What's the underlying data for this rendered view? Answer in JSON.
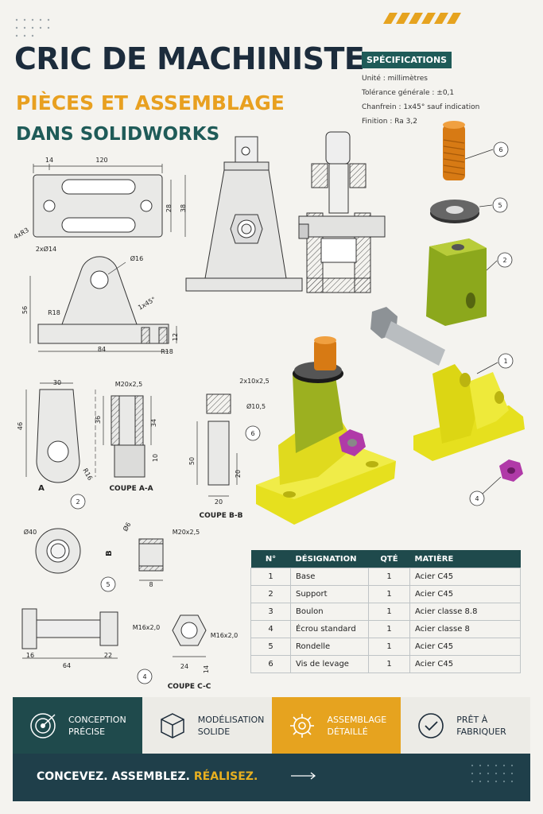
{
  "header": {
    "title": "CRIC DE MACHINISTE",
    "subtitle": "PIÈCES ET ASSEMBLAGE",
    "subtitle2": "DANS SOLIDWORKS"
  },
  "specs": {
    "heading": "SPÉCIFICATIONS",
    "lines": [
      "Unité : millimètres",
      "Tolérance générale : ±0,1",
      "Chanfrein : 1x45° sauf indication",
      "Finition : Ra 3,2"
    ]
  },
  "drawing_labels": {
    "base_top": [
      "14",
      "120",
      "28",
      "38",
      "4xR3",
      "2xØ14"
    ],
    "base_front": [
      "Ø16",
      "56",
      "R18",
      "1x45°",
      "84",
      "R18",
      "12"
    ],
    "support": [
      "30",
      "46",
      "R16",
      "A",
      "2"
    ],
    "section_aa": [
      "M20x2,5",
      "36",
      "34",
      "10",
      "COUPE A-A"
    ],
    "screw": [
      "2x10x2,5",
      "Ø10,5",
      "50",
      "20",
      "20",
      "6",
      "COUPE B-B"
    ],
    "washer": [
      "Ø40",
      "5"
    ],
    "section_b": [
      "Ø6",
      "M20x2,5",
      "B",
      "8"
    ],
    "bolt": [
      "M16x2,0",
      "16",
      "64",
      "22",
      "4"
    ],
    "nut": [
      "M16x2,0",
      "24",
      "14",
      "COUPE C-C"
    ],
    "balloons": [
      "6",
      "5",
      "2",
      "1",
      "4"
    ]
  },
  "bom": {
    "headers": [
      "N°",
      "DÉSIGNATION",
      "QTÉ",
      "MATIÈRE"
    ],
    "rows": [
      [
        "1",
        "Base",
        "1",
        "Acier C45"
      ],
      [
        "2",
        "Support",
        "1",
        "Acier C45"
      ],
      [
        "3",
        "Boulon",
        "1",
        "Acier classe 8.8"
      ],
      [
        "4",
        "Écrou standard",
        "1",
        "Acier classe 8"
      ],
      [
        "5",
        "Rondelle",
        "1",
        "Acier C45"
      ],
      [
        "6",
        "Vis de levage",
        "1",
        "Acier C45"
      ]
    ]
  },
  "features": [
    {
      "label": "CONCEPTION\nPRÉCISE",
      "icon": "target-icon",
      "bg": "#1f4a4c",
      "fg": "#ffffff"
    },
    {
      "label": "MODÉLISATION\nSOLIDE",
      "icon": "cube-icon",
      "bg": "#ecebe6",
      "fg": "#1c2b39"
    },
    {
      "label": "ASSEMBLAGE\nDÉTAILLÉ",
      "icon": "gear-icon",
      "bg": "#e6a31f",
      "fg": "#ffffff"
    },
    {
      "label": "PRÊT À\nFABRIQUER",
      "icon": "check-circle-icon",
      "bg": "#ecebe6",
      "fg": "#1c2b39"
    }
  ],
  "footer": {
    "part1": "CONCEVEZ.  ASSEMBLEZ. ",
    "part2": "RÉALISEZ."
  },
  "colors": {
    "dark_teal": "#1f4a4c",
    "accent_orange": "#e8a020",
    "part_yellow": "#e6e01e",
    "part_green": "#9cb020",
    "part_magenta": "#b03aa8",
    "part_orange": "#d77a14"
  }
}
